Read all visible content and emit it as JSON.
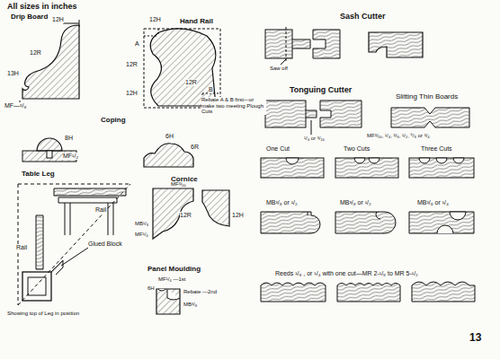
{
  "diagram": {
    "title": "All sizes in inches",
    "labels": [
      "Drip Board",
      "12H",
      "12R",
      "13H",
      "MF—³/₈",
      "Hand Rail",
      "12H",
      "A",
      "12R",
      "12H",
      "B",
      "12R",
      "Rebate A & B first—or make two meeting Plough Cuts",
      "Coping",
      "8H",
      "MF¹/₂",
      "6H",
      "6R",
      "Table Leg",
      "Rail",
      "Rail",
      "Glued Block",
      "Showing top of Leg in position",
      "Cornice",
      "MF³/₁₆",
      "12R",
      "MB¹/₈",
      "MF¹/₄",
      "12H",
      "Panel Moulding",
      "MF¹/₄ —1st",
      "6H",
      "Rebate —2nd",
      "MB³/₈",
      "Sash Cutter",
      "Saw off",
      "Tonguing Cutter",
      "¹/₄ or ³/₁₆",
      "Slitting Thin Boards",
      "MF³/₁₆, ¹/₄, ³/₈, ¹/₂, ⁵/₈ or ³/₄",
      "One Cut",
      "Two Cuts",
      "Three Cuts",
      "MB³/₈ or ¹/₂",
      "MB³/₈ or ¹/₂",
      "MB³/₈ or ¹/₄",
      "Reeds ¹/₈ , or ¹/₄  with one cut—MR 2-¹/₈  to MR 5-¹/₂",
      "13"
    ]
  }
}
